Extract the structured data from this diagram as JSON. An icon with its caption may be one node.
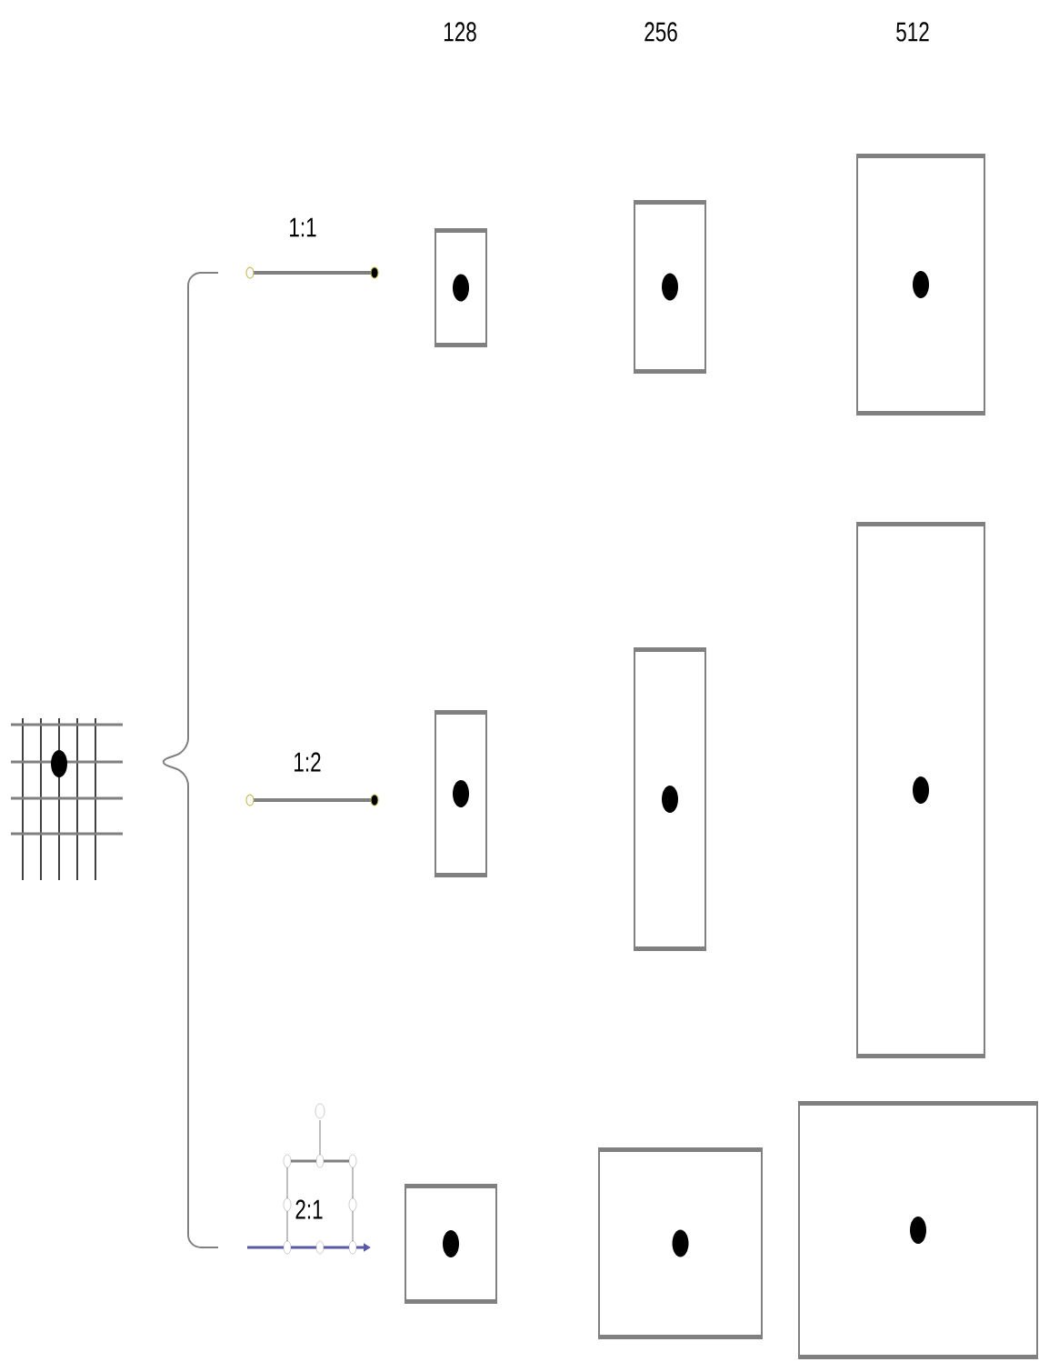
{
  "diagram": {
    "nodes": [
      {
        "text": [],
        "shape": "box"
      },
      {
        "text": [],
        "shape": "box"
      },
      {
        "text": [],
        "shape": "box"
      },
      {
        "text": [],
        "shape": "box"
      },
      {
        "text": [],
        "shape": "box"
      },
      {
        "text": [],
        "shape": "box"
      },
      {
        "text": [],
        "shape": "box"
      },
      {
        "text": [],
        "shape": "box"
      },
      {
        "text": [],
        "shape": "box"
      }
    ],
    "labels": [
      "128",
      "256",
      "512",
      "1:1",
      "1:2",
      "2:1"
    ]
  }
}
